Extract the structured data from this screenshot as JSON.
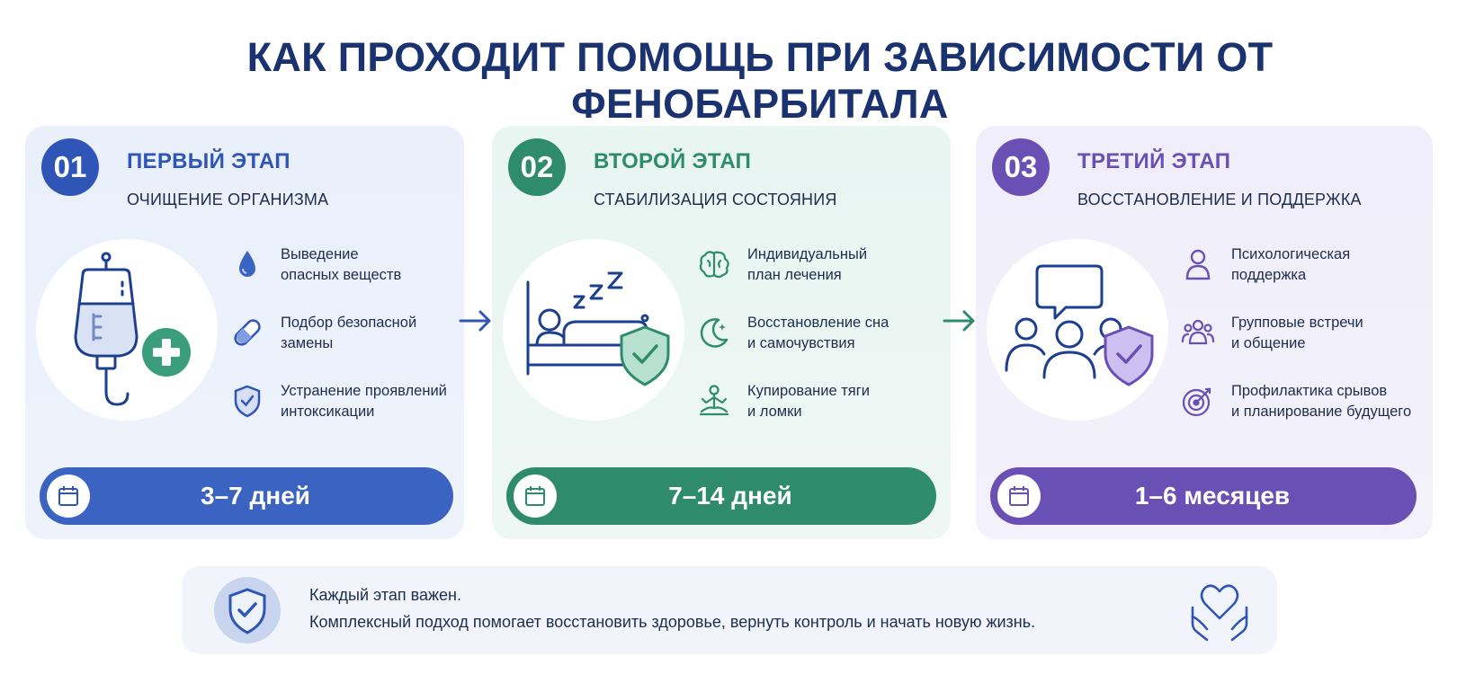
{
  "title": "КАК ПРОХОДИТ ПОМОЩЬ ПРИ ЗАВИСИМОСТИ ОТ ФЕНОБАРБИТАЛА",
  "colors": {
    "blue": "#2f56b6",
    "green": "#2e8c6c",
    "purple": "#6a4fb4",
    "navy": "#1b3270"
  },
  "stages": [
    {
      "number": "01",
      "title": "ПЕРВЫЙ ЭТАП",
      "subtitle": "ОЧИЩЕНИЕ ОРГАНИЗМА",
      "illustration": "iv-drip-icon",
      "items": [
        {
          "icon": "drop-icon",
          "line1": "Выведение",
          "line2": "опасных веществ"
        },
        {
          "icon": "capsule-icon",
          "line1": "Подбор безопасной",
          "line2": "замены"
        },
        {
          "icon": "shield-check-icon",
          "line1": "Устранение проявлений",
          "line2": "интоксикации"
        }
      ],
      "duration": "3–7 дней"
    },
    {
      "number": "02",
      "title": "ВТОРОЙ ЭТАП",
      "subtitle": "СТАБИЛИЗАЦИЯ СОСТОЯНИЯ",
      "illustration": "sleeping-bed-icon",
      "items": [
        {
          "icon": "brain-icon",
          "line1": "Индивидуальный",
          "line2": "план лечения"
        },
        {
          "icon": "moon-icon",
          "line1": "Восстановление сна",
          "line2": "и самочувствия"
        },
        {
          "icon": "meditation-icon",
          "line1": "Купирование тяги",
          "line2": "и ломки"
        }
      ],
      "duration": "7–14 дней"
    },
    {
      "number": "03",
      "title": "ТРЕТИЙ ЭТАП",
      "subtitle": "ВОССТАНОВЛЕНИЕ И ПОДДЕРЖКА",
      "illustration": "group-chat-icon",
      "items": [
        {
          "icon": "person-icon",
          "line1": "Психологическая",
          "line2": "поддержка"
        },
        {
          "icon": "group-icon",
          "line1": "Групповые встречи",
          "line2": "и общение"
        },
        {
          "icon": "target-icon",
          "line1": "Профилактика срывов",
          "line2": "и планирование будущего"
        }
      ],
      "duration": "1–6 месяцев"
    }
  ],
  "note": {
    "line1": "Каждый этап важен.",
    "line2": "Комплексный подход помогает восстановить здоровье, вернуть контроль и начать новую жизнь.",
    "left_icon": "shield-check-icon",
    "right_icon": "heart-hands-icon"
  }
}
